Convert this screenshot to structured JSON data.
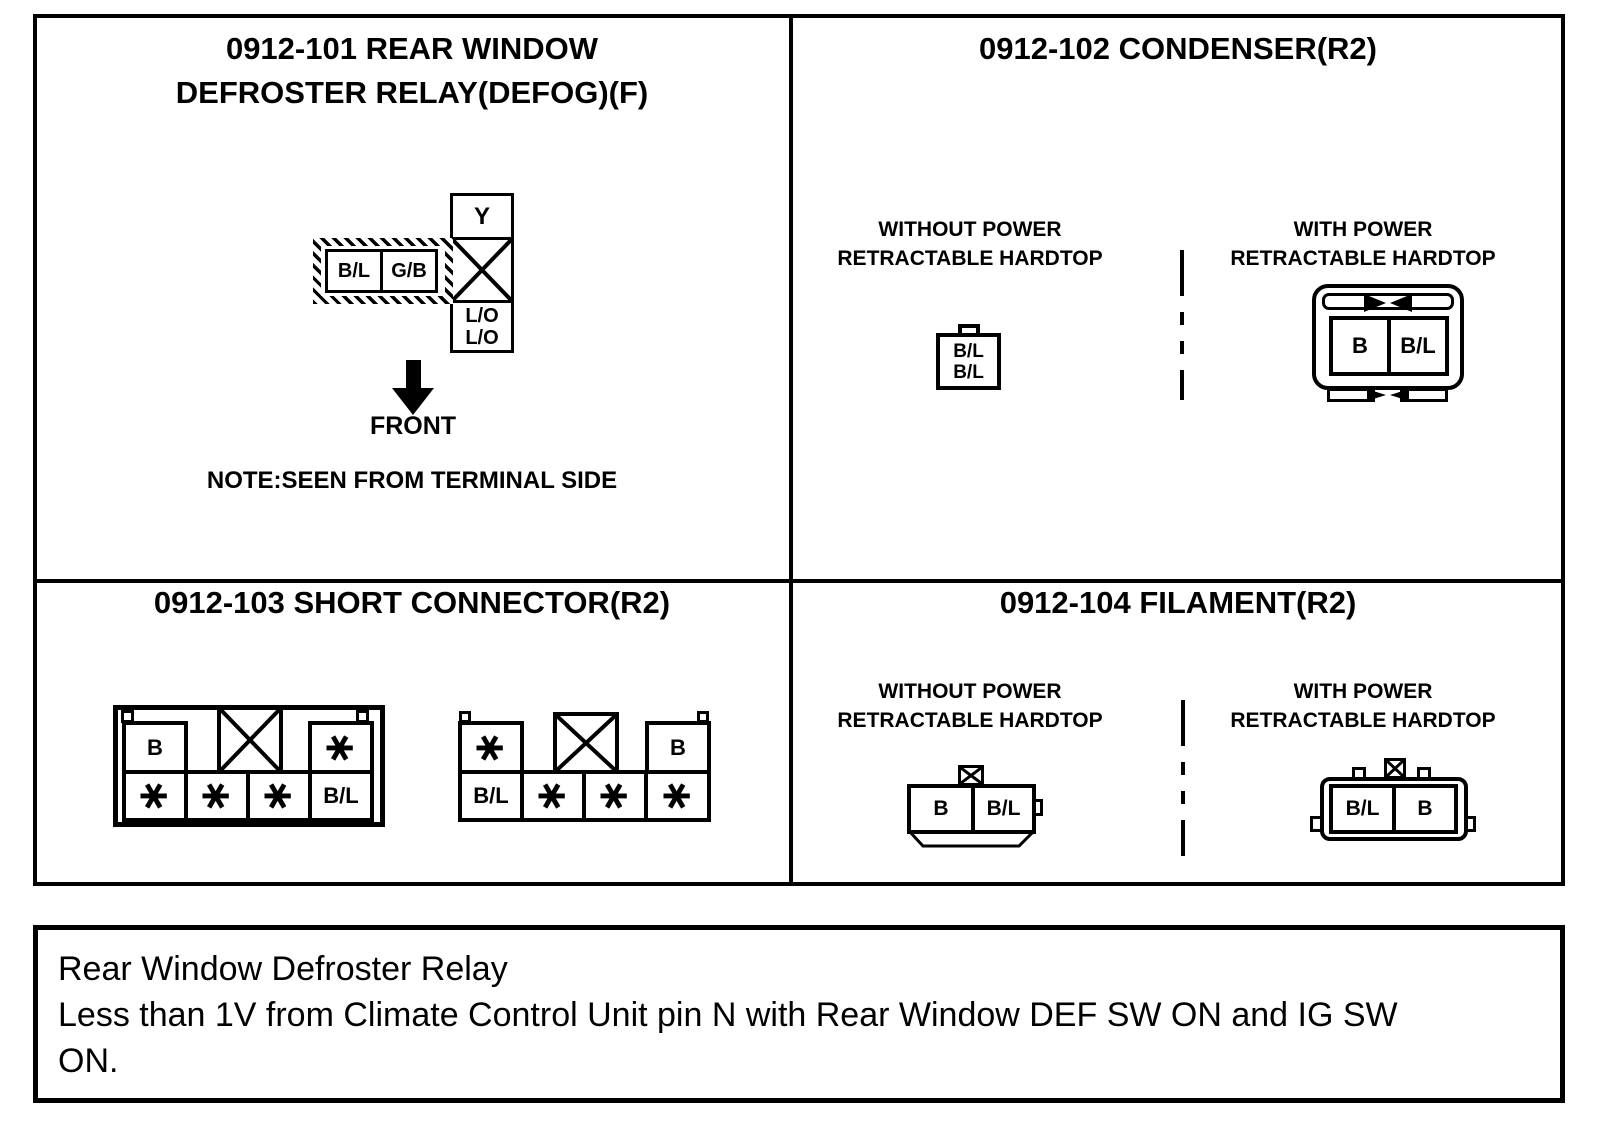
{
  "relay": {
    "title1": "0912-101 REAR WINDOW",
    "title2": "DEFROSTER RELAY(DEFOG)(F)",
    "pins": {
      "y": "Y",
      "bl": "B/L",
      "gb": "G/B",
      "lo1": "L/O",
      "lo2": "L/O"
    },
    "front": "FRONT",
    "note": "NOTE:SEEN FROM TERMINAL SIDE"
  },
  "condenser": {
    "title": "0912-102 CONDENSER(R2)",
    "without1": "WITHOUT POWER",
    "without2": "RETRACTABLE HARDTOP",
    "with1": "WITH POWER",
    "with2": "RETRACTABLE HARDTOP",
    "wo_pin1": "B/L",
    "wo_pin2": "B/L",
    "w_pin1": "B",
    "w_pin2": "B/L"
  },
  "shortconn": {
    "title": "0912-103 SHORT CONNECTOR(R2)",
    "left_top": [
      "B",
      "∗"
    ],
    "left_bottom": [
      "∗",
      "∗",
      "∗",
      "B/L"
    ],
    "right_top": [
      "∗",
      "B"
    ],
    "right_bottom": [
      "B/L",
      "∗",
      "∗",
      "∗"
    ]
  },
  "filament": {
    "title": "0912-104 FILAMENT(R2)",
    "without1": "WITHOUT POWER",
    "without2": "RETRACTABLE HARDTOP",
    "with1": "WITH POWER",
    "with2": "RETRACTABLE HARDTOP",
    "wo_pins": [
      "B",
      "B/L"
    ],
    "w_pins": [
      "B/L",
      "B"
    ]
  },
  "footer": {
    "line1": "Rear Window Defroster Relay",
    "line2": "Less than 1V from Climate Control Unit pin N with Rear Window DEF SW ON and IG SW",
    "line3": "ON."
  }
}
